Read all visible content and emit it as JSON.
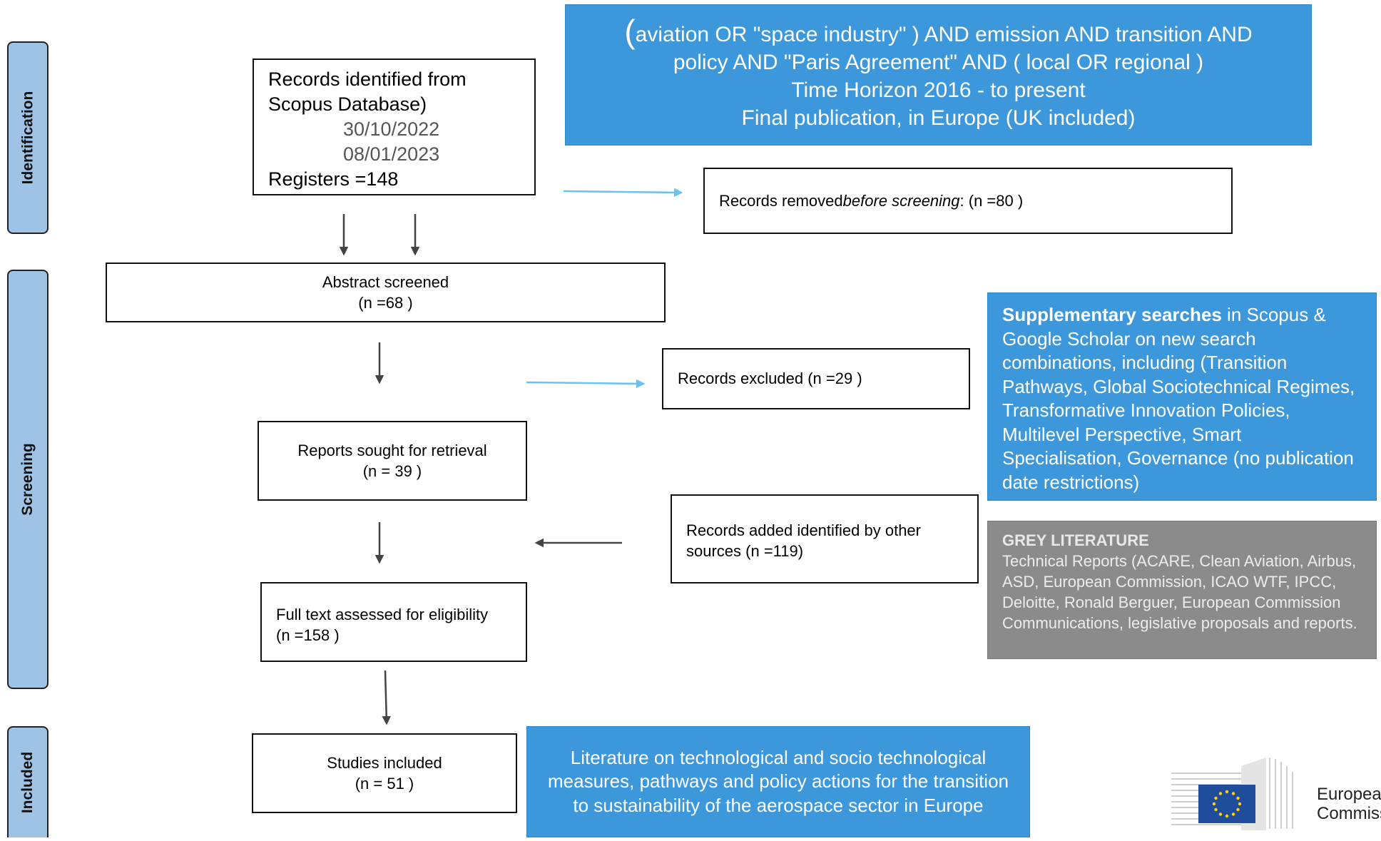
{
  "stages": {
    "identification": "Identification",
    "screening": "Screening",
    "included": "Included"
  },
  "query": {
    "paren": "(",
    "line1": "aviation  OR  \"space industry\" )  AND  emission  AND  transition  AND",
    "line2": "policy  AND  \"Paris Agreement\"  AND  ( local  OR  regional )",
    "line3": "Time Horizon 2016 - to present",
    "line4": "Final publication,  in Europe  (UK included)"
  },
  "identified": {
    "line1": "Records identified from",
    "line2": "Scopus Database)",
    "date1": "30/10/2022",
    "date2": "08/01/2023",
    "registers": "Registers =148"
  },
  "removed": {
    "prefix": "Records removed ",
    "emph": "before screening",
    "suffix": ":  (n =80 )"
  },
  "abstract": {
    "line1": "Abstract screened",
    "line2": "(n =68 )"
  },
  "excluded": {
    "text": "Records excluded (n =29 )"
  },
  "retrieval": {
    "line1": "Reports sought for retrieval",
    "line2": "(n = 39 )"
  },
  "added": {
    "line1": "Records added identified by other",
    "line2": "sources (n =119)"
  },
  "fulltext": {
    "line1": "Full text assessed for eligibility",
    "line2": "(n =158 )"
  },
  "included": {
    "line1": "Studies included",
    "line2": "(n = 51 )"
  },
  "supplementary": {
    "bold": "Supplementary searches",
    "rest": " in Scopus & Google Scholar  on new search combinations, including (Transition Pathways, Global Sociotechnical Regimes, Transformative Innovation Policies, Multilevel Perspective, Smart Specialisation, Governance  (no publication date restrictions)"
  },
  "grey": {
    "title": "GREY LITERATURE",
    "body": "Technical Reports (ACARE, Clean Aviation, Airbus, ASD,  European Commission, ICAO WTF,  IPCC, Deloitte, Ronald Berguer, European Commission Communications, legislative  proposals and reports."
  },
  "literature": {
    "text": "Literature on  technological and socio technological measures,  pathways and policy actions for the transition to sustainability of the aerospace sector in Europe"
  },
  "logo": {
    "line1": "European",
    "line2": "Commission"
  },
  "colors": {
    "stage_fill": "#9fc3e7",
    "blue_box": "#3d97db",
    "grey_box": "#8b8b8b",
    "light_arrow": "#6cc2ee",
    "dark_arrow": "#444444"
  }
}
